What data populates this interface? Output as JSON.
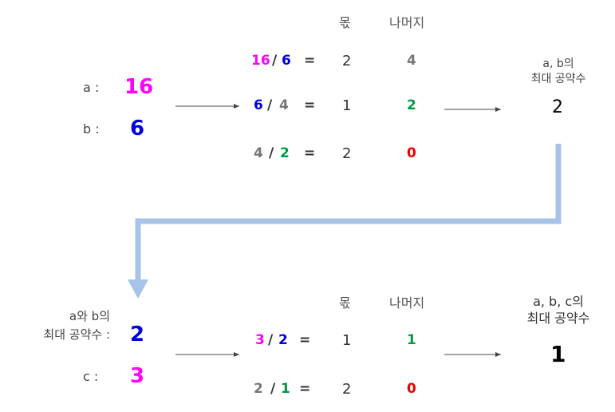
{
  "colors": {
    "magenta": "#ff00ff",
    "blue": "#0000dd",
    "gray": "#777777",
    "green": "#009944",
    "red": "#ee0000",
    "flow_arrow": "#a8c3e8",
    "small_arrow": "#444444"
  },
  "step1": {
    "a_label": "a :",
    "a_value": "16",
    "b_label": "b :",
    "b_value": "6",
    "quotient_header": "몫",
    "remainder_header": "나머지",
    "rows": [
      {
        "dividend": "16",
        "divisor": "6",
        "slash": "/",
        "equals": "=",
        "quotient": "2",
        "remainder": "4"
      },
      {
        "dividend": "6",
        "divisor": "4",
        "slash": "/",
        "equals": "=",
        "quotient": "1",
        "remainder": "2"
      },
      {
        "dividend": "4",
        "divisor": "2",
        "slash": "/",
        "equals": "=",
        "quotient": "2",
        "remainder": "0"
      }
    ],
    "result_label_line1": "a, b의",
    "result_label_line2": "최대 공약수",
    "result_value": "2"
  },
  "step2": {
    "ab_label_line1": "a와 b의",
    "ab_label_line2": "최대 공약수 :",
    "ab_value": "2",
    "c_label": "c :",
    "c_value": "3",
    "quotient_header": "몫",
    "remainder_header": "나머지",
    "rows": [
      {
        "dividend": "3",
        "divisor": "2",
        "slash": "/",
        "equals": "=",
        "quotient": "1",
        "remainder": "1"
      },
      {
        "dividend": "2",
        "divisor": "1",
        "slash": "/",
        "equals": "=",
        "quotient": "2",
        "remainder": "0"
      }
    ],
    "result_label_line1": "a, b, c의",
    "result_label_line2": "최대 공약수",
    "result_value": "1"
  }
}
